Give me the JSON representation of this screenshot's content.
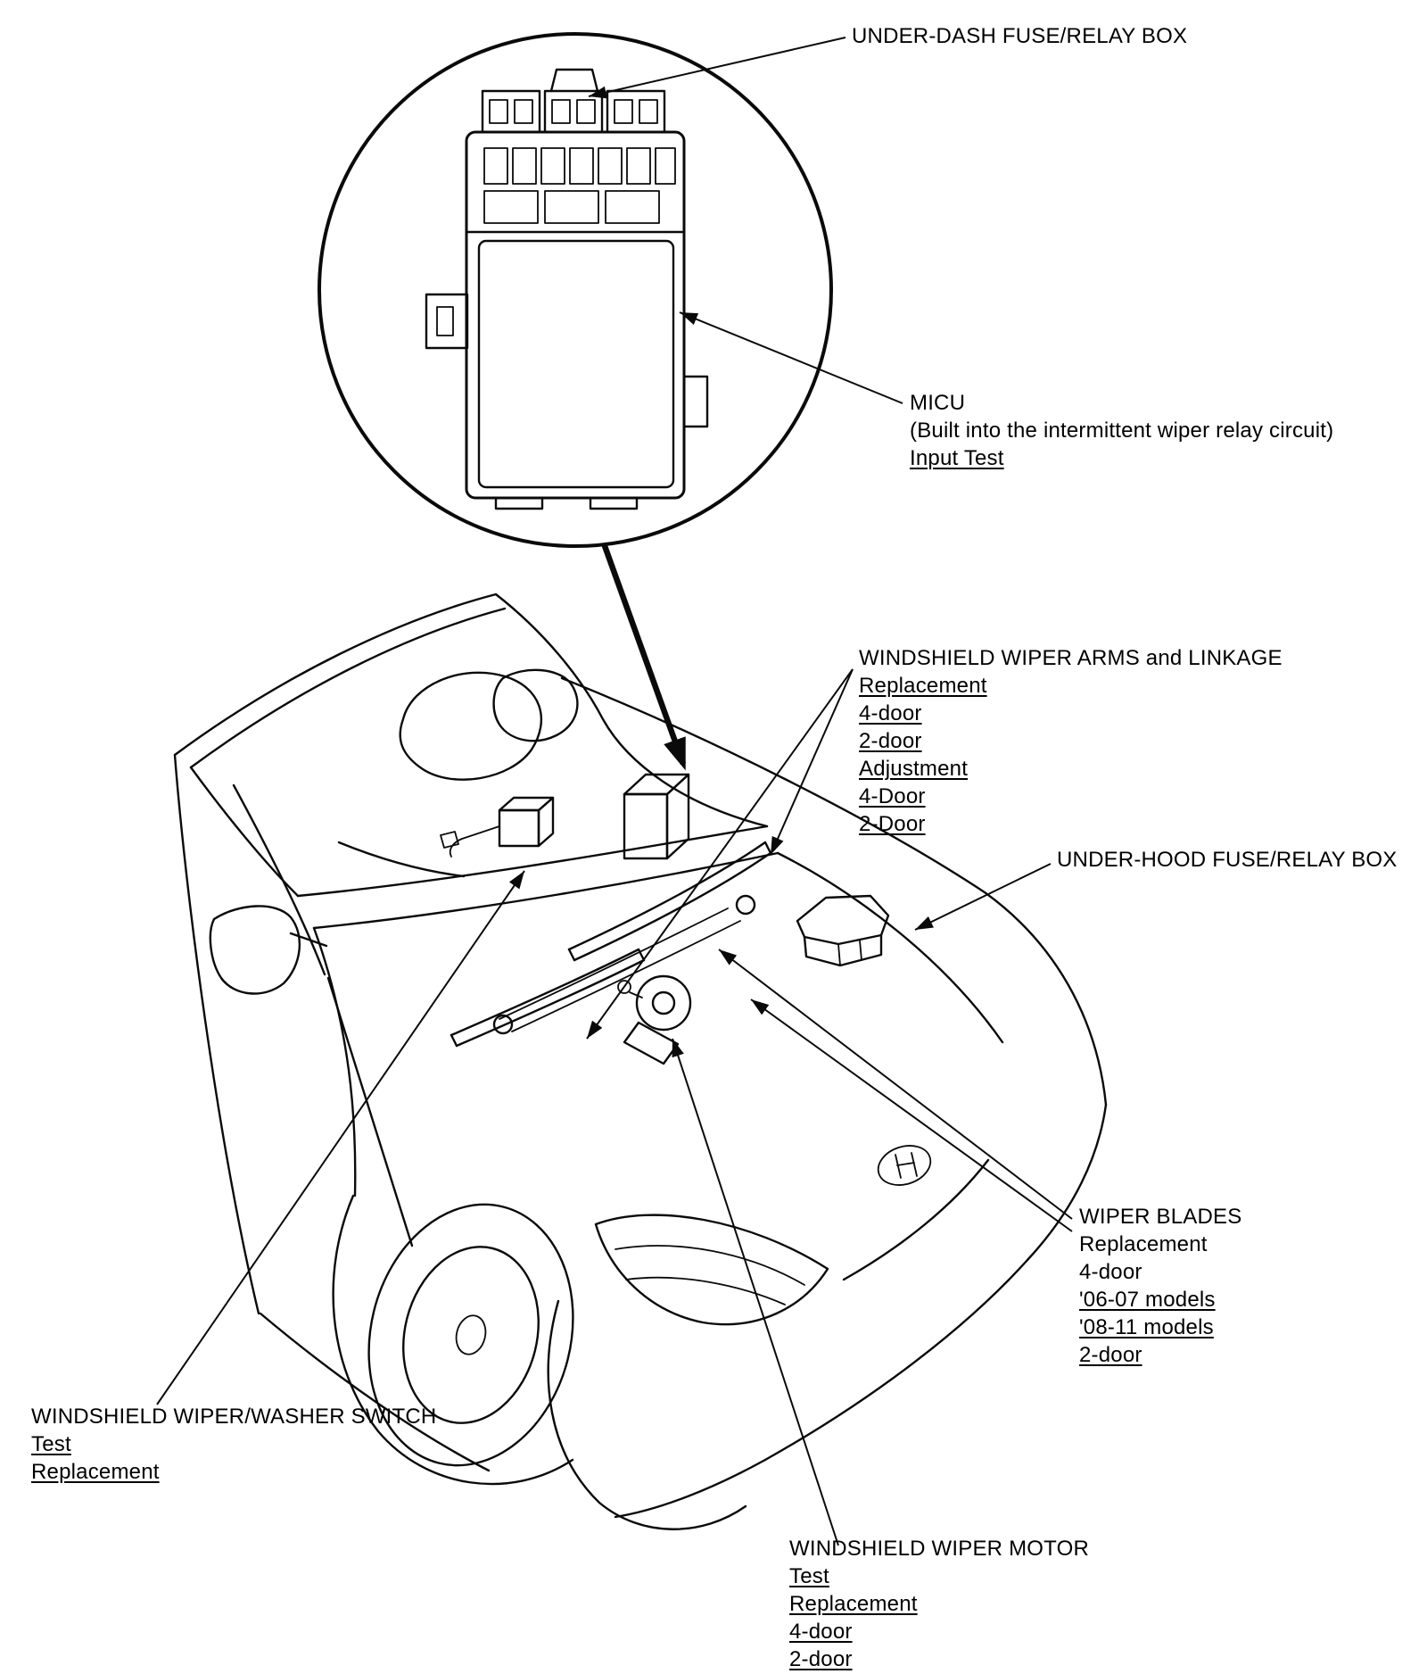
{
  "page": {
    "background": "#ffffff",
    "ink": "#0a0a0a"
  },
  "callouts": {
    "under_dash_fuse_box": {
      "title": "UNDER-DASH FUSE/RELAY BOX"
    },
    "micu": {
      "title": "MICU",
      "note": "(Built into the intermittent wiper relay circuit)",
      "links": [
        "Input Test"
      ]
    },
    "wiper_arms_linkage": {
      "title": "WINDSHIELD WIPER ARMS and LINKAGE",
      "links": [
        "Replacement",
        "4-door",
        "2-door",
        "Adjustment",
        "4-Door",
        "2-Door"
      ]
    },
    "under_hood_fuse_box": {
      "title": "UNDER-HOOD FUSE/RELAY BOX"
    },
    "wiper_blades": {
      "title": "WIPER BLADES",
      "text_items": [
        "Replacement",
        "4-door"
      ],
      "links": [
        "'06-07 models",
        "'08-11 models",
        "2-door"
      ]
    },
    "wiper_washer_switch": {
      "title": "WINDSHIELD WIPER/WASHER SWITCH",
      "links": [
        "Test",
        "Replacement"
      ]
    },
    "wiper_motor": {
      "title": "WINDSHIELD WIPER MOTOR",
      "links": [
        "Test",
        "Replacement",
        "4-door",
        "2-door"
      ]
    }
  }
}
